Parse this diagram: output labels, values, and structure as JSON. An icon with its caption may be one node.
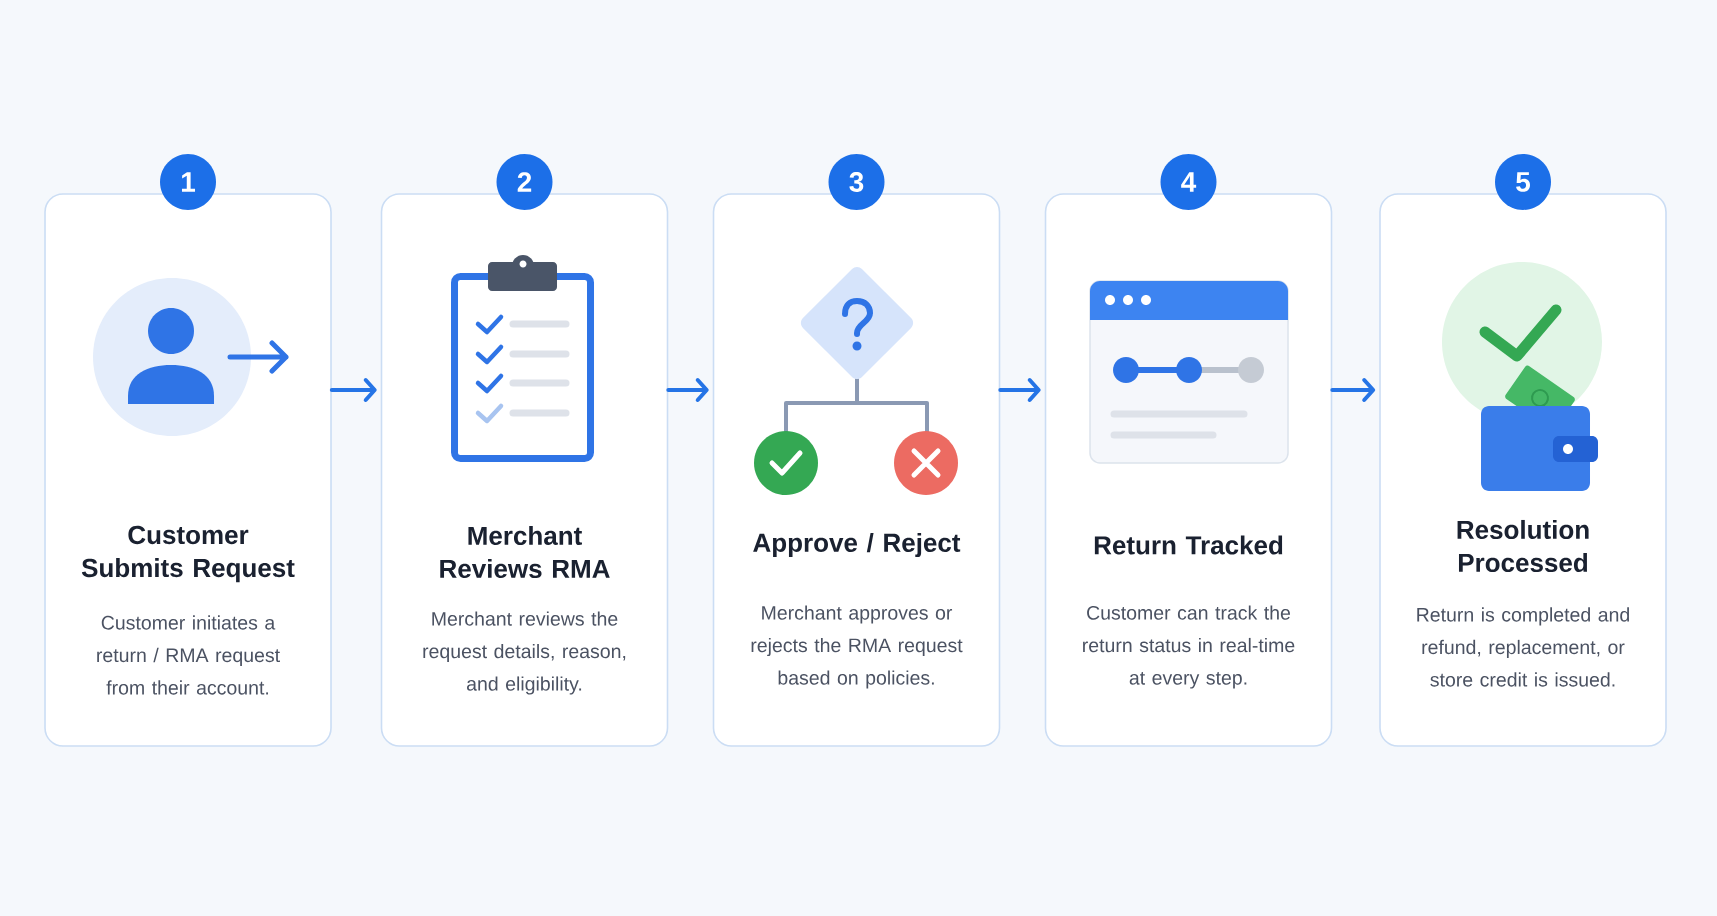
{
  "diagram": {
    "nodes": [
      {
        "text": [
          "1"
        ]
      },
      {
        "text": [
          "Customer Submits Request",
          "Customer initiates a return / RMA request from their account."
        ]
      },
      {
        "text": [
          "2"
        ]
      },
      {
        "text": [
          "Merchant Reviews RMA",
          "Merchant reviews the request details, reason, and eligibility."
        ]
      },
      {
        "text": [
          "3"
        ]
      },
      {
        "text": [
          "Approve / Reject",
          "Merchant approves or rejects the RMA request based on policies."
        ]
      },
      {
        "text": [
          "4"
        ]
      },
      {
        "text": [
          "Return Tracked",
          "Customer can track the return status in real-time at every step."
        ]
      },
      {
        "text": [
          "5"
        ]
      },
      {
        "text": [
          "Resolution Processed",
          "Return is completed and refund, replacement, or store credit is issued."
        ]
      }
    ],
    "edges": [
      {
        "from": 1,
        "to": 3,
        "arrow": "to"
      },
      {
        "from": 3,
        "to": 5,
        "arrow": "to"
      },
      {
        "from": 5,
        "to": 7,
        "arrow": "to"
      },
      {
        "from": 7,
        "to": 9,
        "arrow": "to"
      }
    ]
  }
}
